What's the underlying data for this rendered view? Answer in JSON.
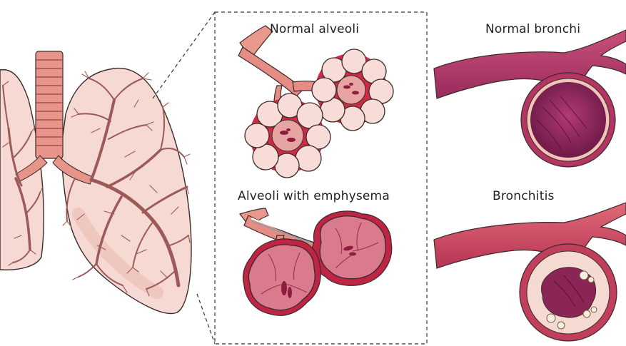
{
  "labels": {
    "normal_alveoli": "Normal alveoli",
    "alveoli_emphysema": "Alveoli with emphysema",
    "normal_bronchi": "Normal bronchi",
    "bronchitis": "Bronchitis"
  },
  "colors": {
    "lung_fill": "#f6d9d2",
    "lung_outline": "#3a2a2a",
    "trachea": "#e7958a",
    "bronchi_tree": "#b96a66",
    "alveolus_fill": "#f7dcd8",
    "alveolus_rim": "#d65a6a",
    "emphysema_fill": "#d97b8c",
    "bronchus_outer": "#c2456a",
    "bronchus_inner": "#8a2556",
    "mucus": "#f4eadf",
    "inset_border": "#333333"
  },
  "icons": [
    "lungs-illustration",
    "alveoli-cluster-illustration",
    "bronchus-cross-section-illustration"
  ]
}
